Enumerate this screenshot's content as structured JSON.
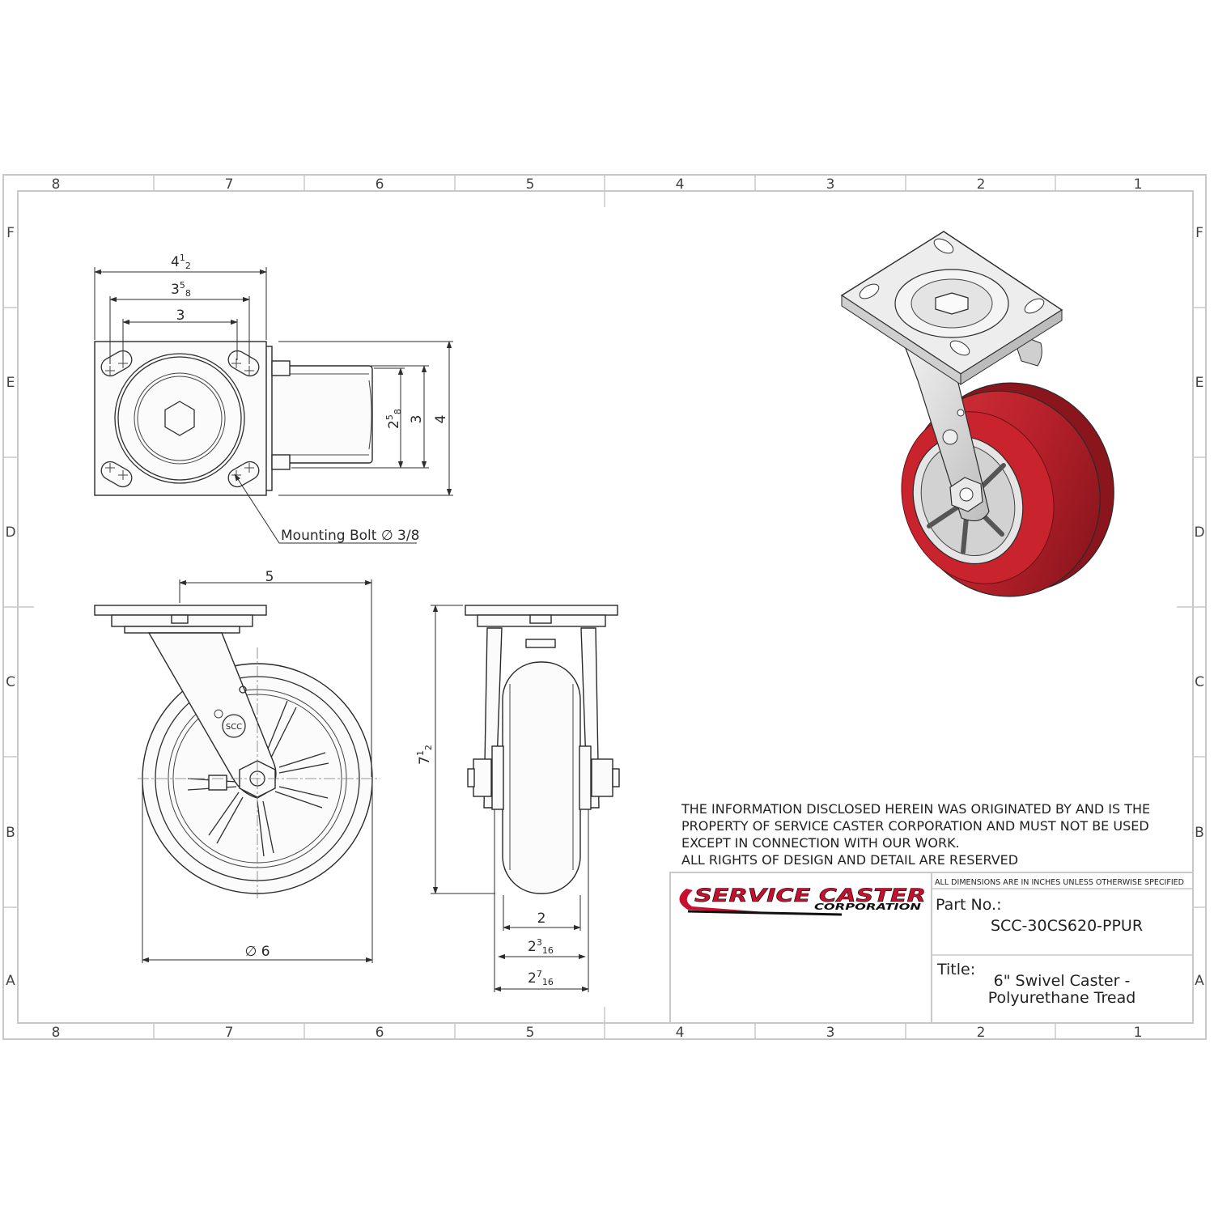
{
  "zones": {
    "columns": [
      "8",
      "7",
      "6",
      "5",
      "4",
      "3",
      "2",
      "1"
    ],
    "rows": [
      "F",
      "E",
      "D",
      "C",
      "B",
      "A"
    ]
  },
  "dimensions": {
    "plate_width": "4",
    "plate_width_frac_num": "1",
    "plate_width_frac_den": "2",
    "bolt_outer": "3",
    "bolt_outer_frac_num": "5",
    "bolt_outer_frac_den": "8",
    "bolt_inner": "3",
    "side_a": "2",
    "side_a_frac_num": "5",
    "side_a_frac_den": "8",
    "side_b": "3",
    "side_c": "4",
    "mounting_bolt": "Mounting Bolt  ∅ 3/8",
    "offset": "5",
    "height": "7",
    "height_frac_num": "1",
    "height_frac_den": "2",
    "wheel_dia": "∅ 6",
    "tread_width": "2",
    "hub_len": "2",
    "hub_len_frac_num": "3",
    "hub_len_frac_den": "16",
    "overall_width": "2",
    "overall_width_frac_num": "7",
    "overall_width_frac_den": "16"
  },
  "labels": {
    "hub_logo": "SCC"
  },
  "notice": [
    "THE INFORMATION DISCLOSED HEREIN WAS ORIGINATED BY AND IS THE",
    "PROPERTY OF SERVICE CASTER CORPORATION AND MUST NOT BE USED",
    "EXCEPT IN CONNECTION WITH OUR WORK.",
    "ALL RIGHTS OF DESIGN AND DETAIL ARE RESERVED"
  ],
  "title_block": {
    "logo_main": "SERVICE CASTER",
    "logo_sub": "CORPORATION",
    "units_note": "ALL DIMENSIONS ARE IN INCHES UNLESS OTHERWISE SPECIFIED",
    "part_no_label": "Part No.:",
    "part_no": "SCC-30CS620-PPUR",
    "title_label": "Title:",
    "title_line1": "6\" Swivel Caster -",
    "title_line2": "Polyurethane Tread"
  },
  "colors": {
    "wheel_tread": "#b5202a",
    "logo_red": "#c8102e",
    "border": "#c8c8c8"
  }
}
